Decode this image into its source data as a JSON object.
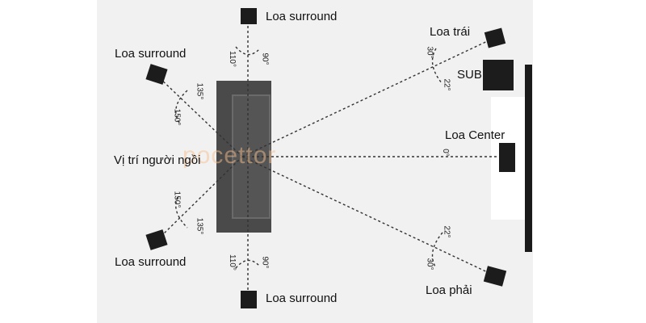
{
  "labels": {
    "surround_top": "Loa surround",
    "surround_left_upper": "Loa surround",
    "surround_left_lower": "Loa surround",
    "surround_bottom": "Loa surround",
    "front_left": "Loa trái",
    "front_right": "Loa phải",
    "subwoofer": "SUB",
    "center": "Loa Center",
    "listener": "Vị trí người ngồi"
  },
  "angles": {
    "top_110": "110°",
    "top_90": "90°",
    "bottom_110": "110°",
    "bottom_90": "90°",
    "left_upper_135": "135°",
    "left_upper_150": "150°",
    "left_lower_150": "150°",
    "left_lower_135": "135°",
    "front_left_30": "30°",
    "front_left_22": "22°",
    "front_right_22": "22°",
    "front_right_30": "30°",
    "center_0": "0°"
  },
  "watermark": "pocettor",
  "colors": {
    "speaker": "#1c1c1c",
    "sofa": "#4a4a4a",
    "line": "#333333",
    "panel": "#f1f1f1"
  }
}
